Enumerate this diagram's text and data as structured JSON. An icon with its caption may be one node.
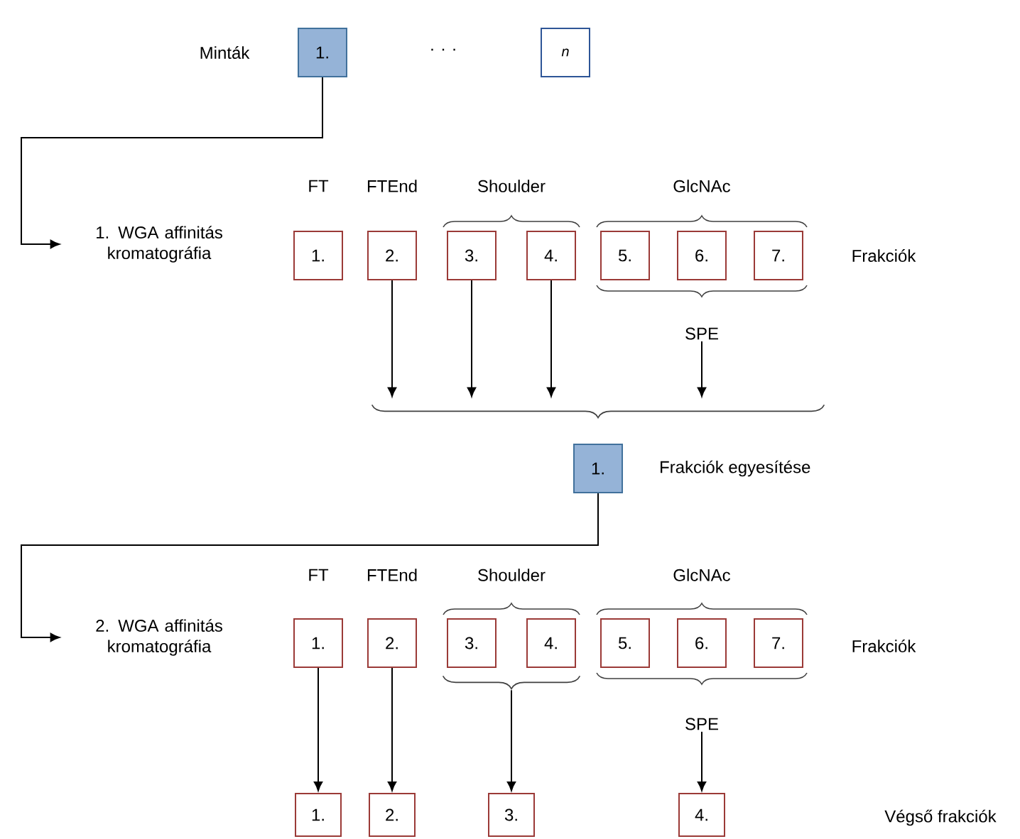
{
  "diagram": {
    "nodes": [
      {
        "text": [
          "1."
        ]
      },
      {
        "text": [
          "n"
        ]
      },
      {
        "text": [
          "1. WGA affinitás kromatográfia"
        ]
      },
      {
        "text": [
          "1."
        ]
      },
      {
        "text": [
          "2."
        ]
      },
      {
        "text": [
          "3."
        ]
      },
      {
        "text": [
          "4."
        ]
      },
      {
        "text": [
          "5."
        ]
      },
      {
        "text": [
          "6."
        ]
      },
      {
        "text": [
          "7."
        ]
      },
      {
        "text": [
          "SPE"
        ]
      },
      {
        "text": [],
        "shape": "brace"
      },
      {
        "text": [
          "1."
        ],
        "beside": [
          "Frakciók egyesítése"
        ]
      },
      {
        "text": [
          "2. WGA affinitás kromatográfia"
        ]
      },
      {
        "text": [
          "1."
        ]
      },
      {
        "text": [
          "2."
        ]
      },
      {
        "text": [
          "3."
        ]
      },
      {
        "text": [
          "4."
        ]
      },
      {
        "text": [
          "5."
        ]
      },
      {
        "text": [
          "6."
        ]
      },
      {
        "text": [
          "7."
        ]
      },
      {
        "text": [],
        "shape": "brace"
      },
      {
        "text": [
          "SPE"
        ]
      },
      {
        "text": [
          "1."
        ]
      },
      {
        "text": [
          "2."
        ]
      },
      {
        "text": [
          "3."
        ]
      },
      {
        "text": [
          "4."
        ]
      }
    ],
    "edges": [
      {
        "from": 0,
        "to": 2,
        "arrow": "to"
      },
      {
        "from": 4,
        "to": 11,
        "arrow": "to"
      },
      {
        "from": 5,
        "to": 11,
        "arrow": "to"
      },
      {
        "from": 6,
        "to": 11,
        "arrow": "to"
      },
      {
        "from": 10,
        "to": 11,
        "arrow": "to"
      },
      {
        "from": 12,
        "to": 13,
        "arrow": "to"
      },
      {
        "from": 14,
        "to": 23,
        "arrow": "to"
      },
      {
        "from": 15,
        "to": 24,
        "arrow": "to"
      },
      {
        "from": 21,
        "to": 25,
        "arrow": "to"
      },
      {
        "from": 22,
        "to": 26,
        "arrow": "to"
      }
    ],
    "labels": [
      "Minták",
      ". . .",
      "FT",
      "FTEnd",
      "Shoulder",
      "GlcNAc",
      "Frakciók",
      "FT",
      "FTEnd",
      "Shoulder",
      "GlcNAc",
      "Frakciók",
      "Végső frakciók"
    ]
  }
}
